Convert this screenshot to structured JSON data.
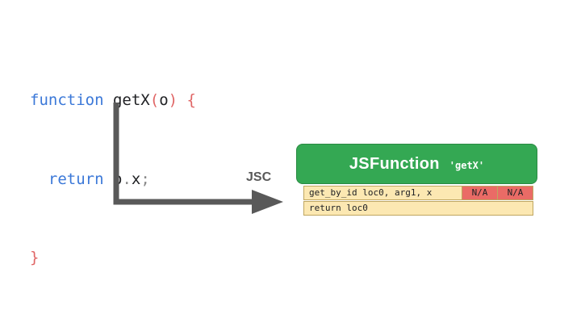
{
  "code": {
    "line1": {
      "keyword": "function",
      "name": "getX",
      "open_paren": "(",
      "param": "o",
      "close_paren": ")",
      "brace": "{"
    },
    "line2": {
      "keyword": "return",
      "expr_obj": "o",
      "dot": ".",
      "expr_prop": "x",
      "semicolon": ";"
    },
    "line3": {
      "brace": "}"
    }
  },
  "arrow": {
    "label": "JSC"
  },
  "jsfunction": {
    "title": "JSFunction",
    "name": "'getX'",
    "bytecode": [
      {
        "instruction": "get_by_id loc0, arg1, x",
        "cache": [
          "N/A",
          "N/A"
        ]
      },
      {
        "instruction": "return loc0",
        "cache": []
      }
    ]
  },
  "colors": {
    "keyword": "#3b78d8",
    "punctuation": "#e06666",
    "function_box": "#34a853",
    "bytecode_cell": "#fce8b2",
    "na_cell": "#ea6b66",
    "arrow": "#595959"
  }
}
